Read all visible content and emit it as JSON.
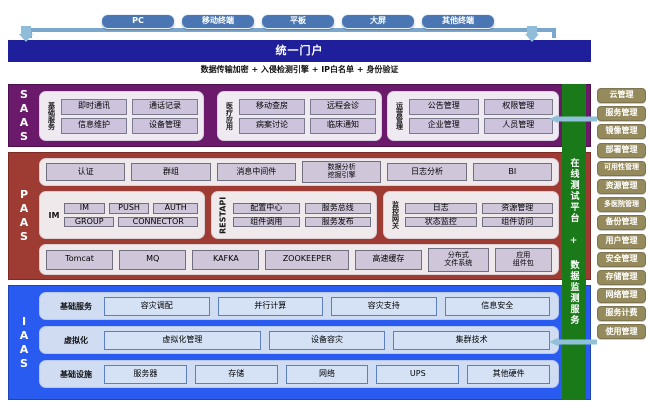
{
  "terminals": {
    "items": [
      "PC",
      "移动终端",
      "平板",
      "大屏",
      "其他终端"
    ]
  },
  "portal": {
    "title": "统一门户",
    "subtitle": "数据传输加密 + 入侵检测引擎 + IP白名单 + 身份验证"
  },
  "layers": {
    "saas": {
      "label": "SAAS",
      "color": "#6b1a6b",
      "groups": [
        {
          "vlabel": "基础服务",
          "cells": [
            "即时通讯",
            "通话记录",
            "信息维护",
            "设备管理"
          ]
        },
        {
          "vlabel": "医疗应用",
          "cells": [
            "移动查房",
            "远程会诊",
            "病案讨论",
            "临床通知"
          ]
        },
        {
          "vlabel": "运营管理",
          "cells": [
            "公告管理",
            "权限管理",
            "企业管理",
            "人员管理"
          ]
        }
      ]
    },
    "paas": {
      "label": "PAAS",
      "color": "#9e3b32",
      "row1": [
        "认证",
        "群组",
        "消息中间件",
        "数据分析\n挖掘引擎",
        "日志分析",
        "BI"
      ],
      "row2": [
        {
          "hlabel": "IM",
          "cells": [
            "IM",
            "PUSH",
            "AUTH",
            "GROUP",
            "CONNECTOR"
          ]
        },
        {
          "vlabel": "RESTAPI",
          "cells": [
            "配置中心",
            "服务总线",
            "组件调用",
            "服务发布"
          ]
        },
        {
          "vlabel": "监控网关",
          "cells": [
            "日志",
            "资源管理",
            "状态监控",
            "组件访问"
          ]
        }
      ],
      "row3": [
        "Tomcat",
        "MQ",
        "KAFKA",
        "ZOOKEEPER",
        "高速缓存",
        "分布式\n文件系统",
        "应用\n组件包"
      ]
    },
    "iaas": {
      "label": "IAAS",
      "color": "#2a5bf0",
      "rows": [
        {
          "hlabel": "基础服务",
          "cells": [
            "容灾调配",
            "并行计算",
            "容灾支持",
            "信息安全"
          ]
        },
        {
          "hlabel": "虚拟化",
          "cells": [
            "虚拟化管理",
            "设备容灾",
            "集群技术"
          ]
        },
        {
          "hlabel": "基础设施",
          "cells": [
            "服务器",
            "存储",
            "网络",
            "UPS",
            "其他硬件"
          ]
        }
      ]
    }
  },
  "greenbar": {
    "text": "在线测试平台 + 数据监测服务",
    "color": "#1a7a1a"
  },
  "right_panel": {
    "items": [
      "云管理",
      "服务管理",
      "镜像管理",
      "部署管理",
      "可用性管理",
      "资源管理",
      "多医院管理",
      "备份管理",
      "用户管理",
      "安全管理",
      "存储管理",
      "网络管理",
      "服务计费",
      "使用管理"
    ],
    "color": "#958a5c"
  }
}
